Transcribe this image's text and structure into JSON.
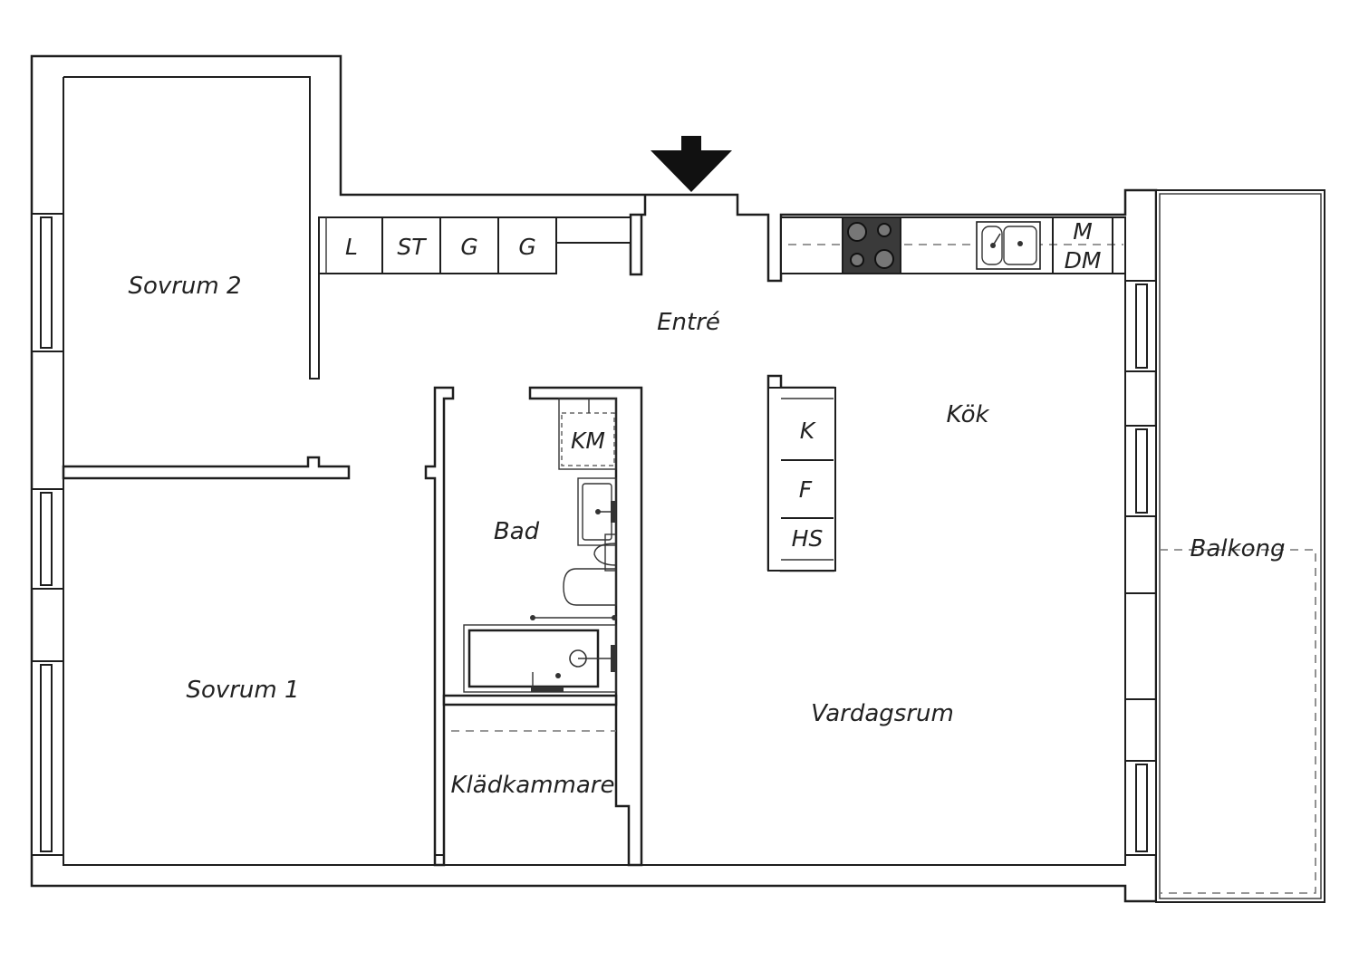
{
  "rooms": {
    "sovrum2": "Sovrum 2",
    "sovrum1": "Sovrum 1",
    "entre": "Entré",
    "kok": "Kök",
    "bad": "Bad",
    "kladkammare": "Klädkammare",
    "vardagsrum": "Vardagsrum",
    "balkong": "Balkong"
  },
  "fixtures": {
    "l": "L",
    "st": "ST",
    "g1": "G",
    "g2": "G",
    "km": "KM",
    "k": "K",
    "f": "F",
    "hs": "HS",
    "m": "M",
    "dm": "DM"
  },
  "icons": {
    "entrance": "entrance-arrow-icon",
    "stove": "stove-icon",
    "sink": "kitchen-sink-icon",
    "washbasin": "washbasin-icon",
    "toilet": "toilet-icon",
    "bathtub": "bathtub-icon"
  },
  "colors": {
    "wall": "#1e1e1e",
    "stove": "#3a3a3a",
    "background": "#ffffff"
  }
}
